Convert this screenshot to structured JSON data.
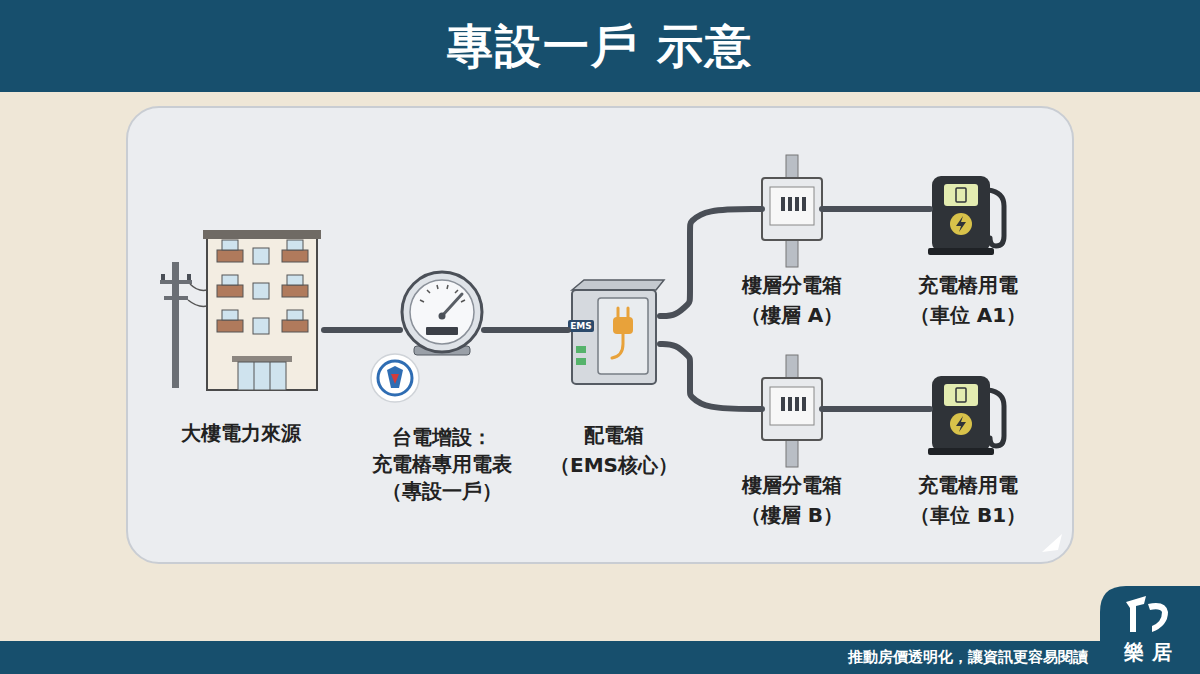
{
  "diagram": {
    "title": "專設一戶 示意",
    "nodes": [
      {
        "text": [
          "大樓電力來源"
        ]
      },
      {
        "text": [
          "台電增設： 充電樁專用電表 （專設一戶）"
        ]
      },
      {
        "text": [
          "配電箱 （EMS核心）"
        ]
      },
      {
        "text": [
          "樓層分電箱 （樓層 A）"
        ]
      },
      {
        "text": [
          "充電樁用電 （車位 A1）"
        ]
      },
      {
        "text": [
          "樓層分電箱 （樓層 B）"
        ]
      },
      {
        "text": [
          "充電樁用電 （車位 B1）"
        ]
      }
    ],
    "edges": [
      {
        "from": 0,
        "to": 1,
        "arrow": "none"
      },
      {
        "from": 1,
        "to": 2,
        "arrow": "none"
      },
      {
        "from": 2,
        "to": 3,
        "arrow": "none"
      },
      {
        "from": 3,
        "to": 4,
        "arrow": "none"
      },
      {
        "from": 2,
        "to": 5,
        "arrow": "none"
      },
      {
        "from": 5,
        "to": 6,
        "arrow": "none"
      }
    ],
    "labels": [
      "EMS",
      "推動房價透明化，讓資訊更容易閱讀",
      "樂居"
    ]
  }
}
